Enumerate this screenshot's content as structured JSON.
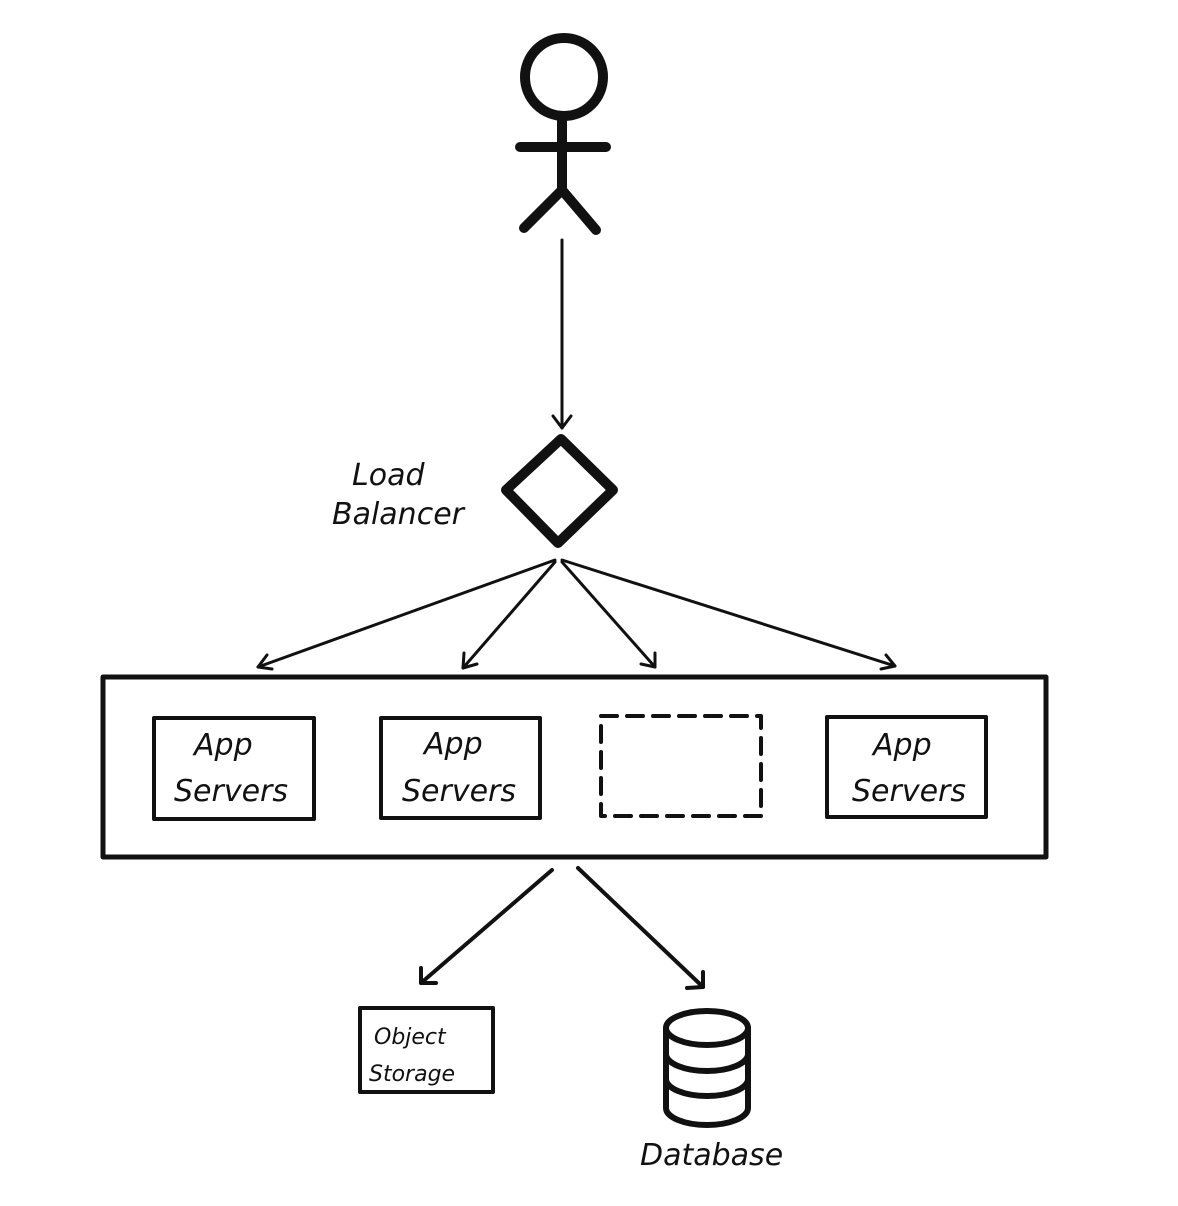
{
  "diagram": {
    "load_balancer_label": [
      "Load",
      "Balancer"
    ],
    "servers": [
      {
        "line1": "App",
        "line2": "Servers"
      },
      {
        "line1": "App",
        "line2": "Servers"
      },
      {
        "line1": "",
        "line2": ""
      },
      {
        "line1": "App",
        "line2": "Servers"
      }
    ],
    "object_storage_label": [
      "Object",
      "Storage"
    ],
    "database_label": "Database"
  }
}
